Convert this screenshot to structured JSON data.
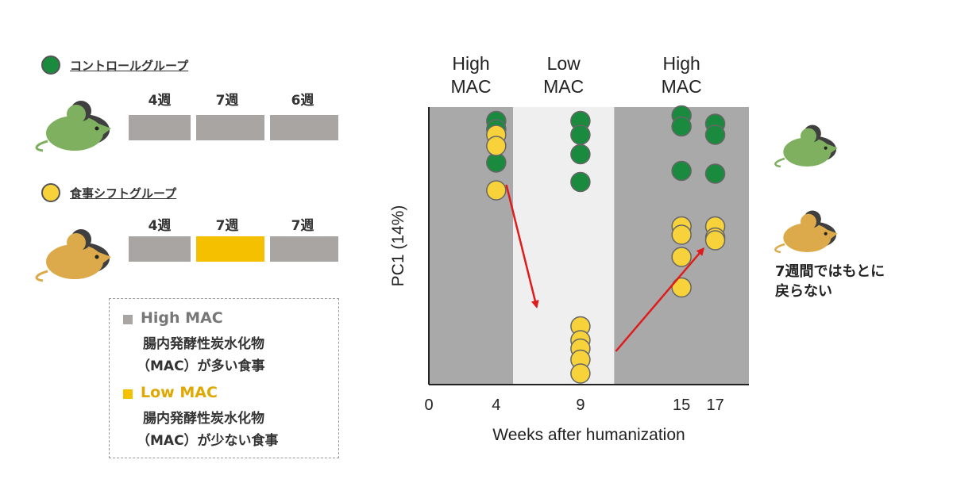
{
  "legend_panel": {
    "control": {
      "label": "コントロールグループ",
      "color": "#1a8a3e",
      "weeks": [
        "4週",
        "7週",
        "6週"
      ],
      "bar_colors": [
        "#a9a5a3",
        "#a9a5a3",
        "#a9a5a3"
      ]
    },
    "shift": {
      "label": "食事シフトグループ",
      "color": "#f7d23a",
      "weeks": [
        "4週",
        "7週",
        "7週"
      ],
      "bar_colors": [
        "#a9a5a3",
        "#f5c000",
        "#a9a5a3"
      ]
    },
    "box": {
      "high": {
        "title": "High MAC",
        "lines": [
          "腸内発酵性炭水化物",
          "（MAC）が多い食事"
        ],
        "color": "#a9a5a3"
      },
      "low": {
        "title": "Low MAC",
        "lines": [
          "腸内発酵性炭水化物",
          "（MAC）が少ない食事"
        ],
        "color": "#f5c000"
      }
    }
  },
  "note": [
    "7週間ではもとに",
    "戻らない"
  ],
  "chart_data": {
    "type": "scatter",
    "xlabel": "Weeks after humanization",
    "ylabel": "PC1 (14%)",
    "x_ticks": [
      0,
      4,
      9,
      15,
      17
    ],
    "xlim": [
      0,
      19
    ],
    "ylim": [
      0,
      1
    ],
    "bands": [
      {
        "label": [
          "High",
          "MAC"
        ],
        "x_start": 0,
        "x_end": 5,
        "color": "#a9a9a9"
      },
      {
        "label": [
          "Low",
          "MAC"
        ],
        "x_start": 5,
        "x_end": 11,
        "color": "#efefef"
      },
      {
        "label": [
          "High",
          "MAC"
        ],
        "x_start": 11,
        "x_end": 19,
        "color": "#a9a9a9"
      }
    ],
    "series": [
      {
        "color": "#1a8a3e",
        "x": [
          4,
          4,
          4,
          9,
          9,
          9,
          9,
          15,
          15,
          15,
          17,
          17,
          17
        ],
        "y": [
          0.95,
          0.92,
          0.8,
          0.95,
          0.9,
          0.83,
          0.73,
          0.97,
          0.93,
          0.77,
          0.94,
          0.9,
          0.76
        ]
      },
      {
        "color": "#f7d23a",
        "x": [
          4,
          4,
          4,
          9,
          9,
          9,
          9,
          9,
          15,
          15,
          15,
          15,
          17,
          17,
          17
        ],
        "y": [
          0.9,
          0.86,
          0.7,
          0.21,
          0.16,
          0.13,
          0.09,
          0.04,
          0.57,
          0.54,
          0.46,
          0.35,
          0.57,
          0.53,
          0.52
        ]
      }
    ],
    "arrows": [
      {
        "from": [
          4.6,
          0.72
        ],
        "to": [
          6.4,
          0.28
        ]
      },
      {
        "from": [
          11.1,
          0.12
        ],
        "to": [
          16.3,
          0.49
        ]
      }
    ]
  }
}
